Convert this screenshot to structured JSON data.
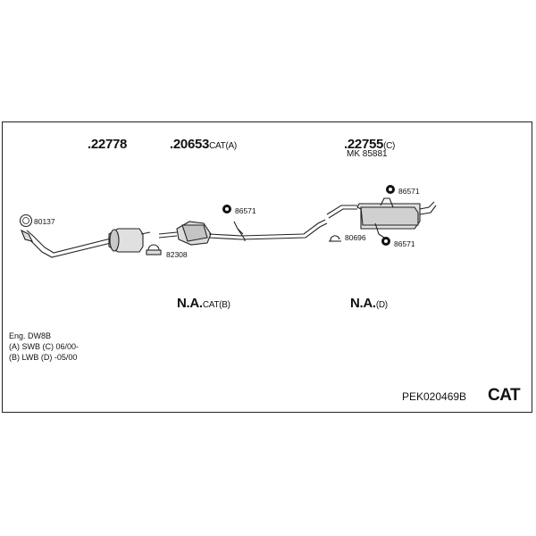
{
  "parts": {
    "p1": {
      "number": ".22778",
      "suffix": ""
    },
    "p2": {
      "number": ".20653",
      "suffix": "CAT(A)"
    },
    "p3": {
      "number": ".22755",
      "suffix": "(C)"
    },
    "p3_sub": "MK 85881",
    "na1": {
      "number": "N.A.",
      "suffix": "CAT(B)"
    },
    "na2": {
      "number": "N.A.",
      "suffix": "(D)"
    }
  },
  "fittings": {
    "f80137": "80137",
    "f82308": "82308",
    "f86571_a": "86571",
    "f86571_b": "86571",
    "f86571_c": "86571",
    "f80696": "80696"
  },
  "notes": {
    "line1": "Eng. DW8B",
    "line2": "(A) SWB (C) 06/00-",
    "line3": "(B) LWB (D) -05/00"
  },
  "footer": {
    "code": "PEK020469B",
    "cat": "CAT"
  }
}
